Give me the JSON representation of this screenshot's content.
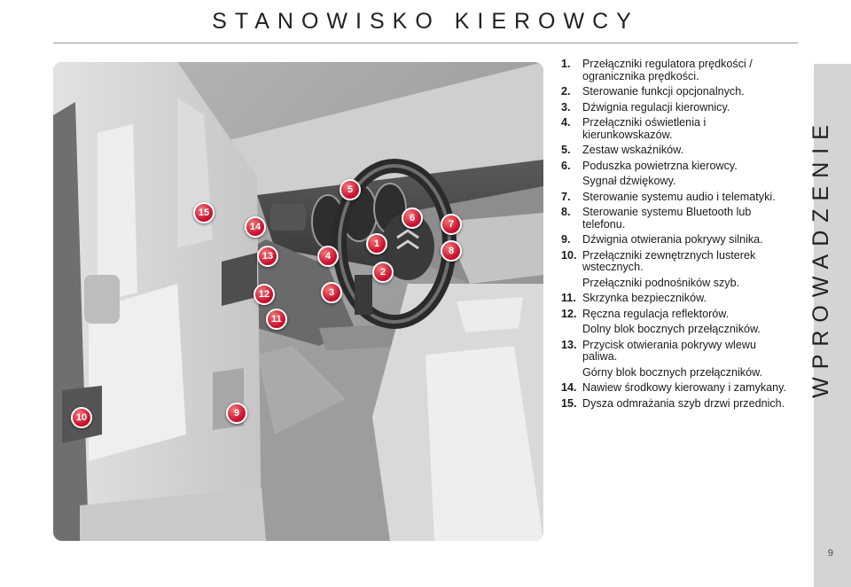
{
  "page": {
    "title": "STANOWISKO KIEROWCY",
    "side_tab": "WPROWADZENIE",
    "page_number": "9"
  },
  "markers": [
    "15",
    "14",
    "13",
    "12",
    "11",
    "10",
    "9",
    "5",
    "4",
    "3",
    "2",
    "1",
    "6",
    "7",
    "8"
  ],
  "legend": {
    "items": [
      {
        "num": "1.",
        "text": "Przełączniki regulatora prędkości / ogranicznika prędkości."
      },
      {
        "num": "2.",
        "text": "Sterowanie funkcji opcjonalnych."
      },
      {
        "num": "3.",
        "text": "Dźwignia regulacji kierownicy."
      },
      {
        "num": "4.",
        "text": "Przełączniki oświetlenia i kierunkowskazów."
      },
      {
        "num": "5.",
        "text": "Zestaw wskaźników."
      },
      {
        "num": "6.",
        "text": "Poduszka powietrzna kierowcy."
      },
      {
        "num": "",
        "text": "Sygnał dźwiękowy."
      },
      {
        "num": "7.",
        "text": "Sterowanie systemu audio i telematyki."
      },
      {
        "num": "8.",
        "text": "Sterowanie systemu Bluetooth lub telefonu."
      },
      {
        "num": "9.",
        "text": "Dźwignia otwierania pokrywy silnika."
      },
      {
        "num": "10.",
        "text": "Przełączniki zewnętrznych lusterek wstecznych."
      },
      {
        "num": "",
        "text": "Przełączniki podnośników szyb."
      },
      {
        "num": "11.",
        "text": "Skrzynka bezpieczników."
      },
      {
        "num": "12.",
        "text": "Ręczna regulacja reflektorów."
      },
      {
        "num": "",
        "text": "Dolny blok bocznych przełączników."
      },
      {
        "num": "13.",
        "text": "Przycisk otwierania pokrywy wlewu paliwa."
      },
      {
        "num": "",
        "text": "Górny blok bocznych przełączników."
      },
      {
        "num": "14.",
        "text": "Nawiew środkowy kierowany i zamykany."
      },
      {
        "num": "15.",
        "text": "Dysza odmrażania szyb drzwi przednich."
      }
    ]
  }
}
